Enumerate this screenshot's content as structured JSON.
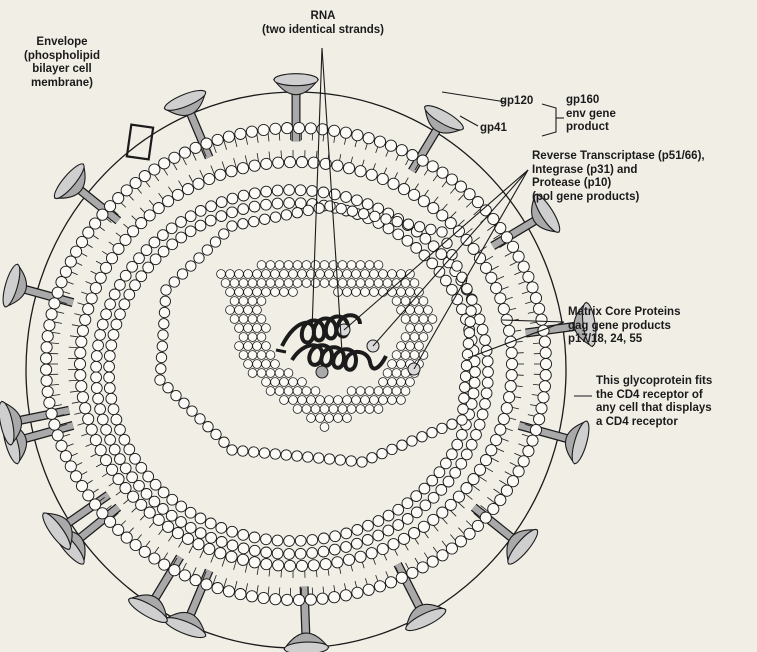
{
  "labels": {
    "rna": {
      "line1": "RNA",
      "line2": "(two identical strands)"
    },
    "envelope": {
      "line1": "Envelope",
      "line2": "(phospholipid",
      "line3": "bilayer cell",
      "line4": "membrane)"
    },
    "gp120": "gp120",
    "gp160": {
      "line1": "gp160",
      "line2": "env gene",
      "line3": "product"
    },
    "gp41": "gp41",
    "pol": {
      "line1": "Reverse Transcriptase (p51/66),",
      "line2": "Integrase (p31) and",
      "line3": "Protease (p10)",
      "line4": "(pol gene products)"
    },
    "matrix": {
      "line1": "Matrix Core Proteins",
      "line2": "gag gene products",
      "line3": "p17/18, 24, 55"
    },
    "glyco": {
      "line1": "This glycoprotein fits",
      "line2": "the CD4 receptor of",
      "line3": "any cell that displays",
      "line4": "a CD4 receptor"
    }
  },
  "colors": {
    "background": "#f1eee6",
    "ink": "#1b1b1b",
    "spike_fill": "#a9a9a9",
    "bead_fill": "#fbfaf6"
  }
}
